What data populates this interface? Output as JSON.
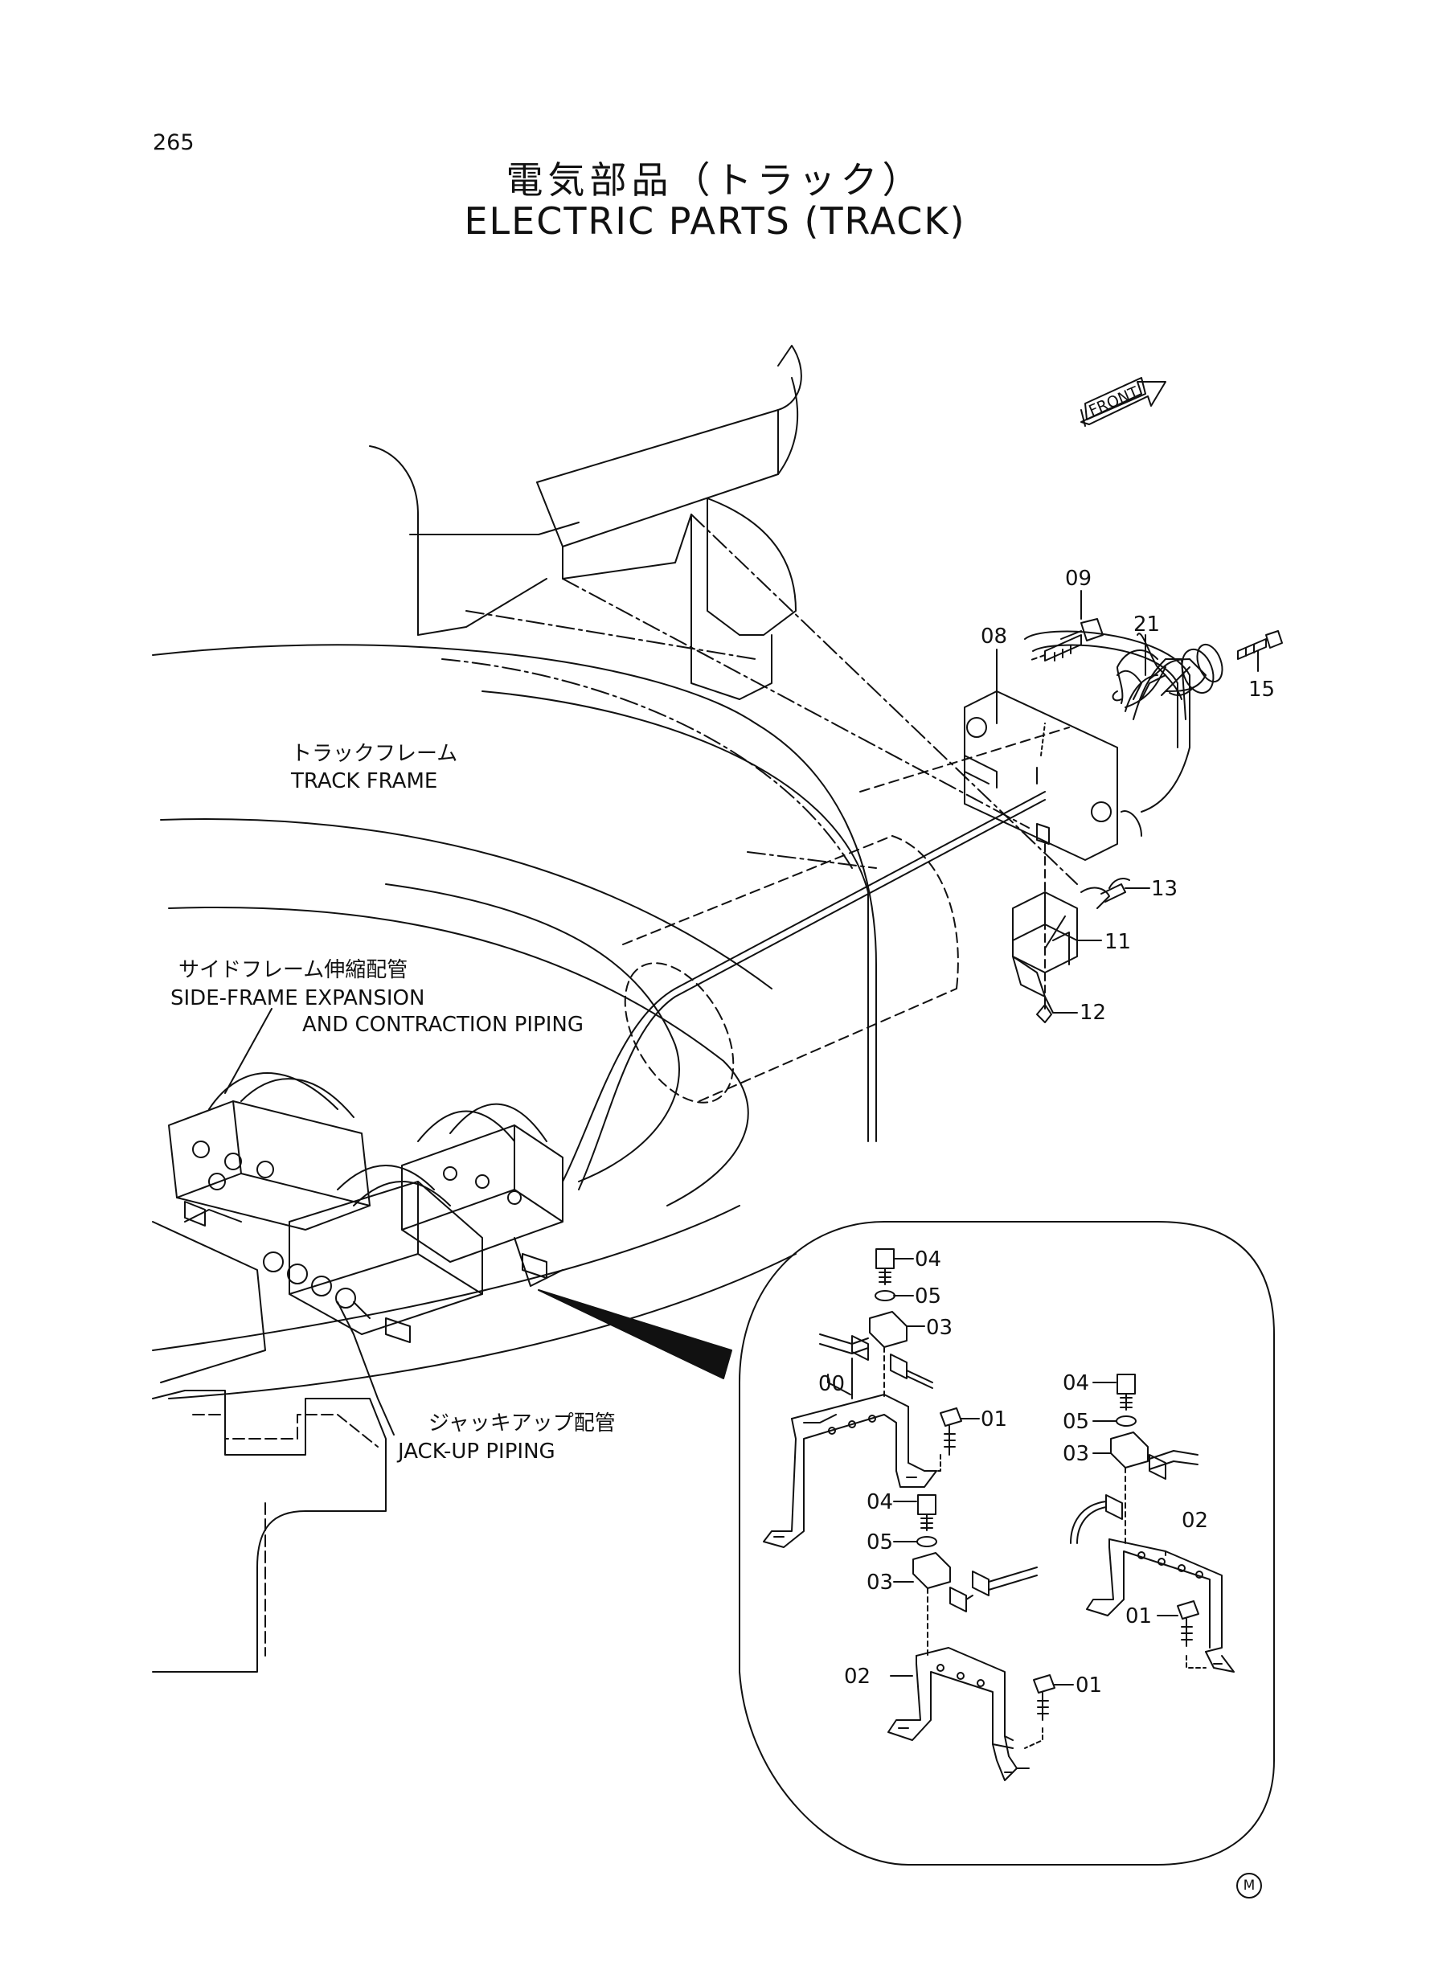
{
  "page_number": "265",
  "title_jp": "電気部品（トラック）",
  "title_en": "ELECTRIC PARTS (TRACK)",
  "front_label": "FRONT",
  "labels": {
    "track_frame_jp": "トラックフレーム",
    "track_frame_en": "TRACK FRAME",
    "side_frame_jp": "サイドフレーム伸縮配管",
    "side_frame_en_1": "SIDE-FRAME EXPANSION",
    "side_frame_en_2": "AND CONTRACTION PIPING",
    "jackup_jp": "ジャッキアップ配管",
    "jackup_en": "JACK-UP PIPING"
  },
  "callouts": {
    "p09": "09",
    "p08": "08",
    "p21": "21",
    "p15": "15",
    "p13": "13",
    "p11": "11",
    "p12": "12",
    "d04a": "04",
    "d05a": "05",
    "d03a": "03",
    "d00": "00",
    "d01a": "01",
    "d04b": "04",
    "d05b": "05",
    "d03b": "03",
    "d02b": "02",
    "d01b": "01",
    "d04c": "04",
    "d05c": "05",
    "d03c": "03",
    "d02c": "02",
    "d01c": "01"
  },
  "footer_mark": "M"
}
